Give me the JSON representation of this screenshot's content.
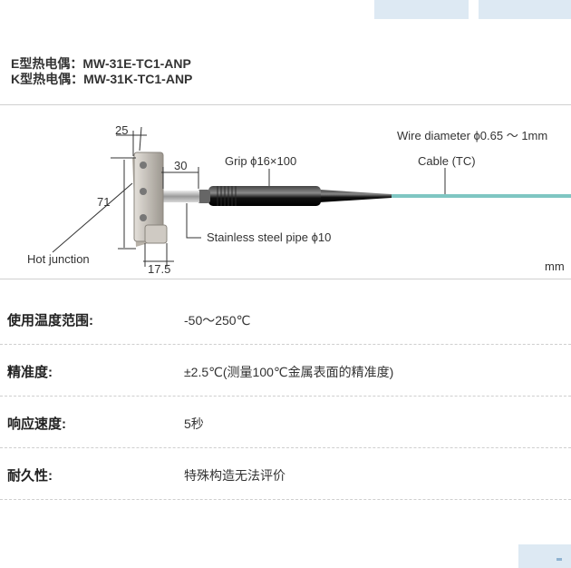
{
  "titles": [
    {
      "prefix": "E型热电偶：",
      "model": "MW-31E-TC1-ANP"
    },
    {
      "prefix": "K型热电偶：",
      "model": "MW-31K-TC1-ANP"
    }
  ],
  "diagram": {
    "wire_diameter": "Wire diameter ϕ0.65 ～ 1mm",
    "cable": "Cable (TC)",
    "grip": "Grip ϕ16×100",
    "stainless": "Stainless steel pipe ϕ10",
    "hot_junction": "Hot junction",
    "unit": "mm",
    "dim_25": "25",
    "dim_30": "30",
    "dim_71": "71",
    "dim_17_5": "17.5"
  },
  "specs": [
    {
      "label": "使用温度范围:",
      "value": "-50～250℃"
    },
    {
      "label": "精准度:",
      "value": "±2.5℃(测量100℃金属表面的精准度)"
    },
    {
      "label": "响应速度:",
      "value": "5秒"
    },
    {
      "label": "耐久性:",
      "value": "特殊构造无法评价"
    }
  ],
  "colors": {
    "tab": "#dde9f3",
    "cable": "#7fc6c2"
  }
}
